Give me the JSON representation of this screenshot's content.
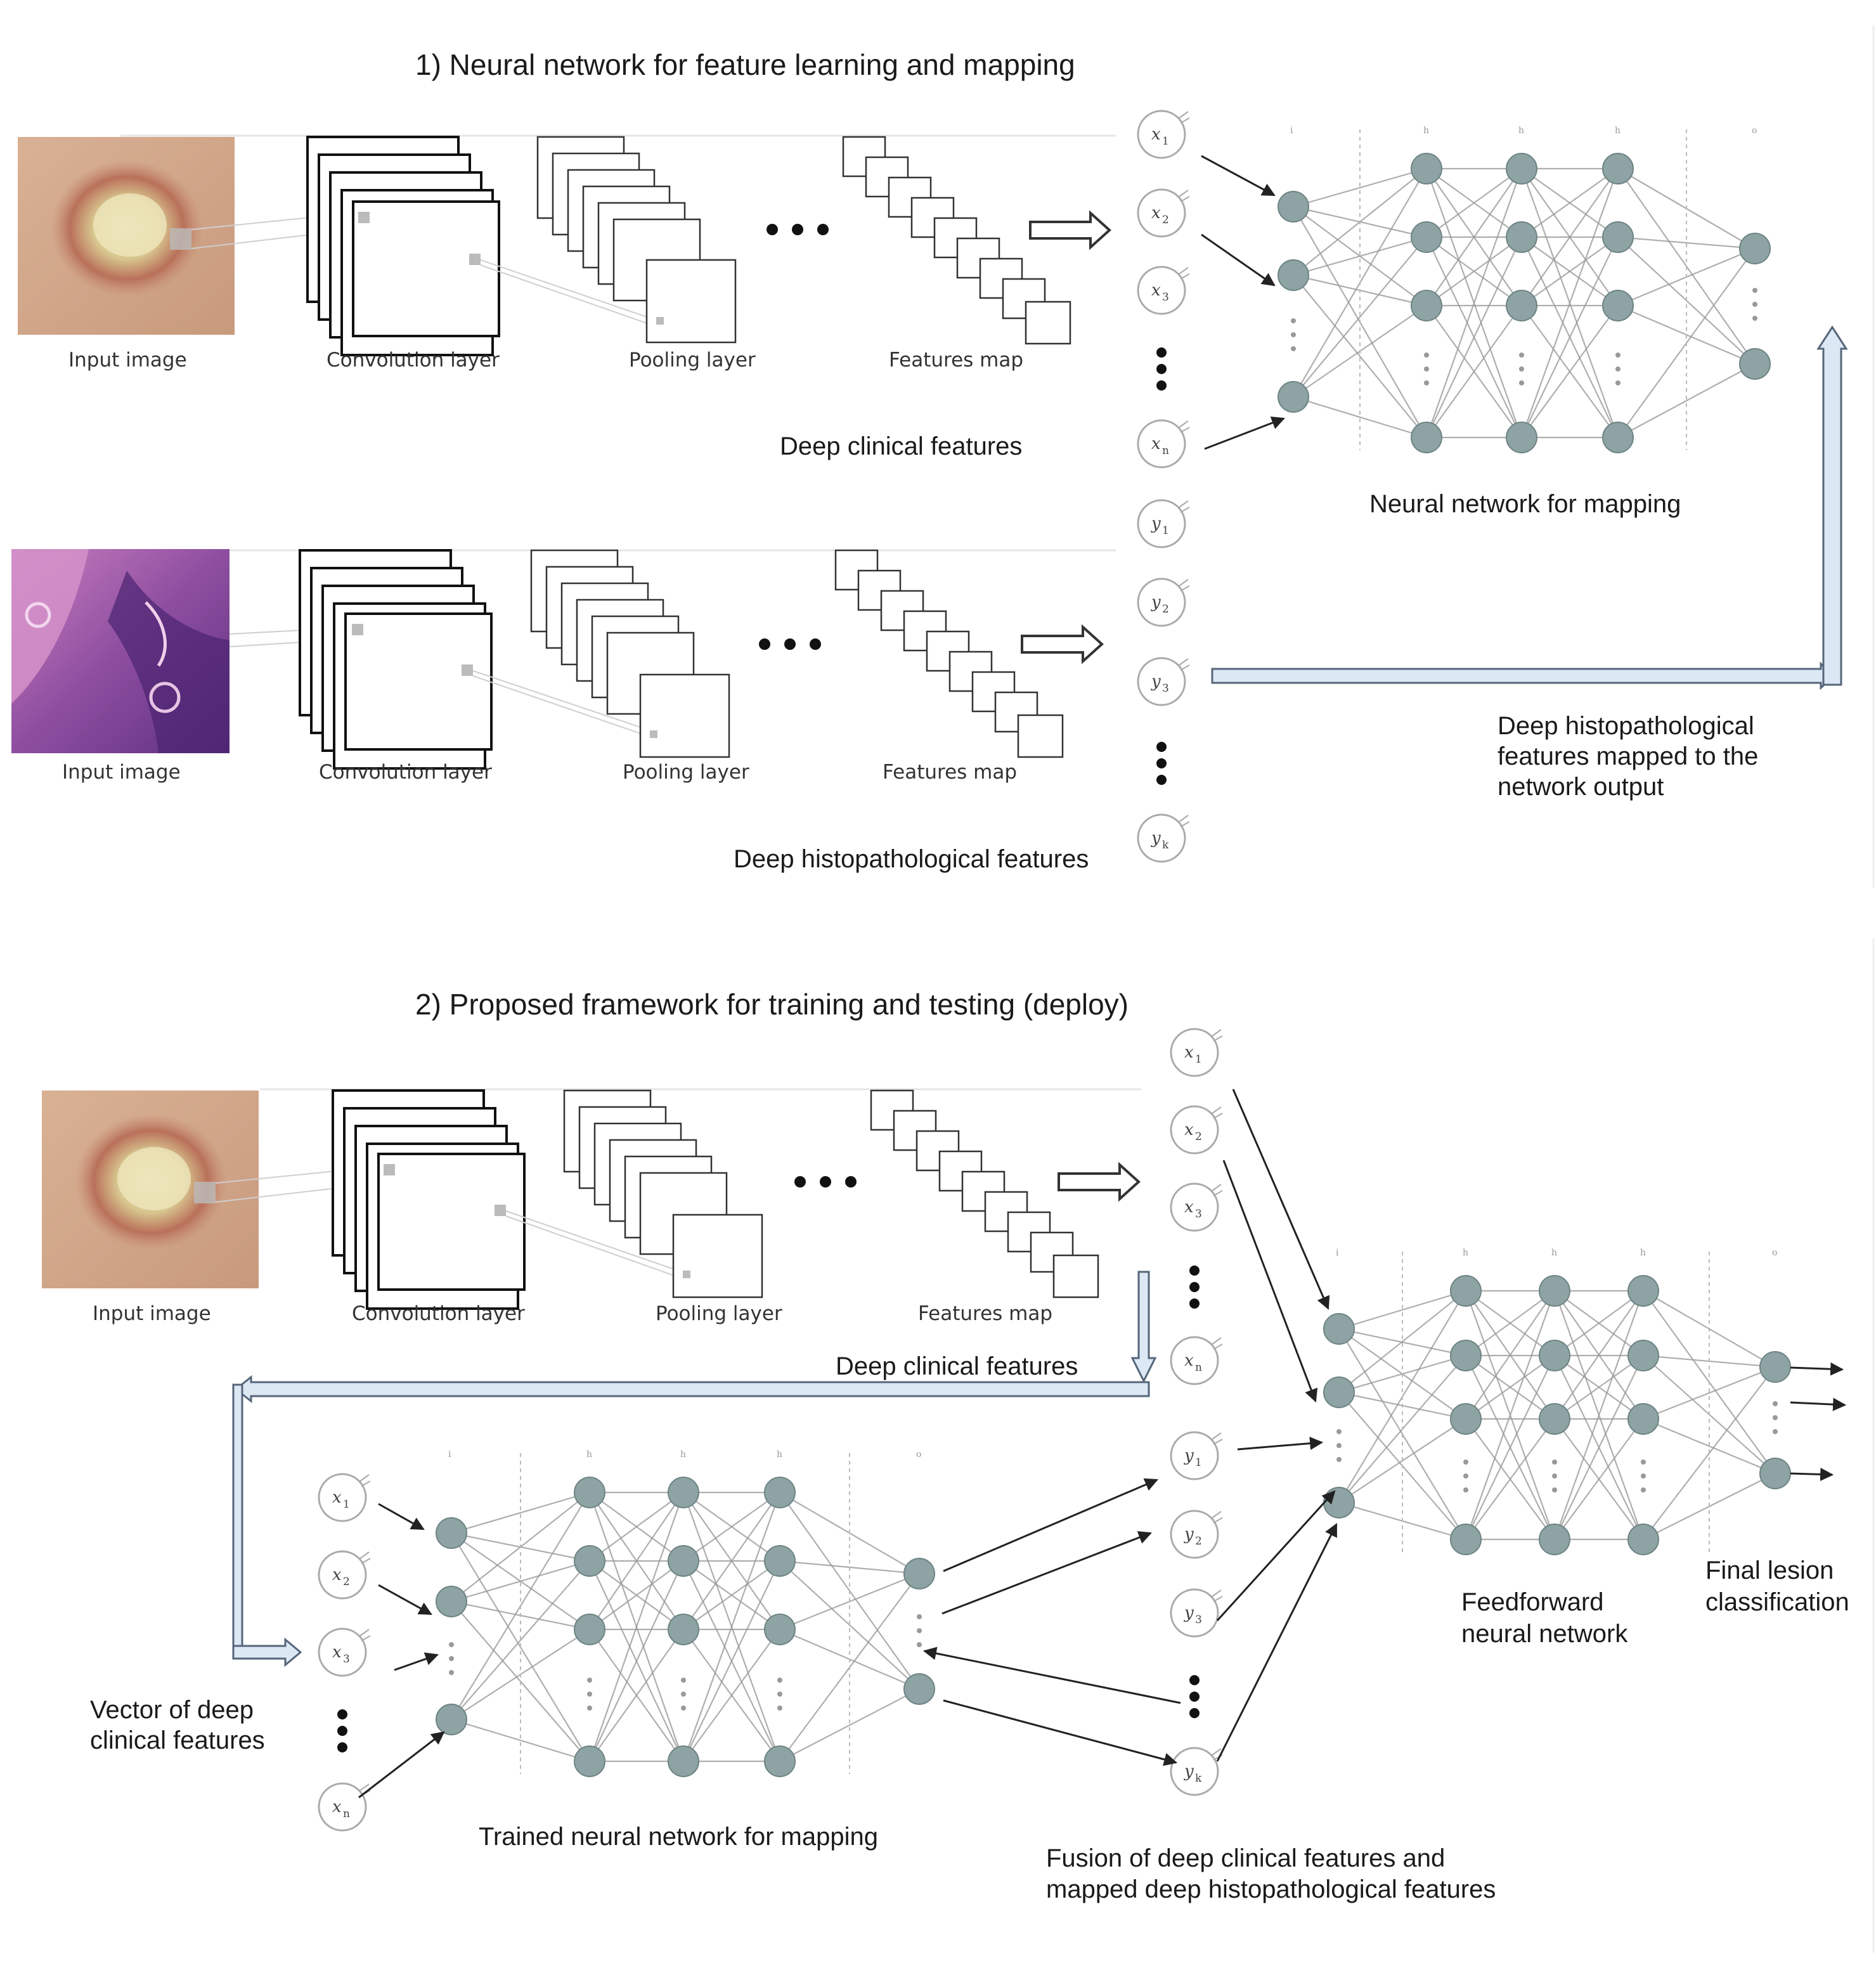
{
  "section1": {
    "title": "1)  Neural network for feature learning and  mapping",
    "clinical_pipeline": {
      "input": "Input image",
      "conv": "Convolution layer",
      "pool": "Pooling layer",
      "fmap": "Features map"
    },
    "histo_pipeline": {
      "input": "Input image",
      "conv": "Convolution layer",
      "pool": "Pooling layer",
      "fmap": "Features map"
    },
    "deep_clinical": "Deep clinical features",
    "deep_histo": "Deep histopathological features",
    "mapping_net": "Neural network for mapping",
    "mapped_output": [
      "Deep histopathological",
      "features mapped to the",
      "network output"
    ]
  },
  "section2": {
    "title": "2) Proposed framework for training and testing (deploy)",
    "clinical_pipeline": {
      "input": "Input image",
      "conv": "Convolution layer",
      "pool": "Pooling layer",
      "fmap": "Features map"
    },
    "deep_clinical": "Deep clinical features",
    "vector": [
      "Vector of deep",
      "clinical features"
    ],
    "trained_net": "Trained neural network for mapping",
    "fusion": [
      "Fusion of  deep clinical features and",
      "mapped deep histopathological features"
    ],
    "ffnn": [
      "Feedforward",
      "neural network"
    ],
    "final": [
      "Final lesion",
      "classification"
    ]
  },
  "variables": {
    "x": [
      "x",
      "x",
      "x",
      "x"
    ],
    "x_sub": [
      "1",
      "2",
      "3",
      "n"
    ],
    "y": [
      "y",
      "y",
      "y",
      "y"
    ],
    "y_sub": [
      "1",
      "2",
      "3",
      "k"
    ]
  },
  "layer_heads": [
    "i",
    "h",
    "h",
    "h",
    "o"
  ],
  "colors": {
    "node": "#8ea3a3",
    "node_stroke": "#6e8484",
    "edge": "#9a9a9a",
    "flow_arrow_fill": "#dde8f5",
    "flow_arrow_stroke": "#55667a"
  }
}
